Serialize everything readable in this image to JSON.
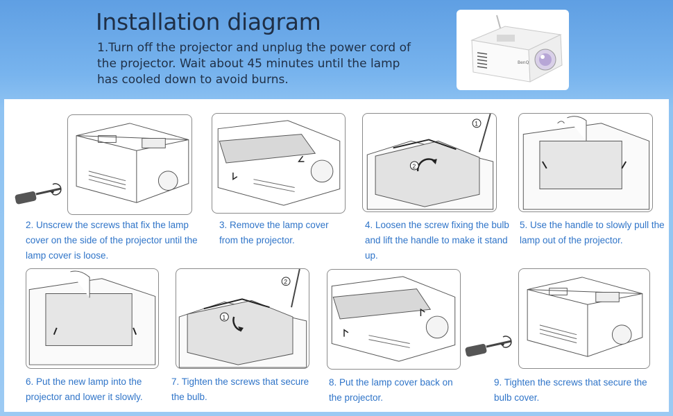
{
  "header": {
    "title": "Installation diagram",
    "intro": "1.Turn off the projector and unplug the power cord of the projector. Wait about 45 minutes until the lamp has cooled down to avoid burns."
  },
  "hero": {
    "brand": "BenQ"
  },
  "steps": [
    {
      "caption": "2. Unscrew the screws that fix the lamp cover on the side of the projector until the lamp cover is loose."
    },
    {
      "caption": "3. Remove the lamp cover from the projector."
    },
    {
      "caption": "4. Loosen the screw fixing the bulb and lift the handle to make it stand up.",
      "markers": [
        "1",
        "2"
      ]
    },
    {
      "caption": "5. Use the handle to slowly pull the lamp out of the projector."
    },
    {
      "caption": "6. Put the new lamp into the projector and lower it slowly."
    },
    {
      "caption": "7. Tighten the screws that secure the bulb.",
      "markers": [
        "1",
        "2"
      ]
    },
    {
      "caption": "8. Put the lamp cover back on the projector."
    },
    {
      "caption": "9. Tighten the screws that secure the bulb cover."
    }
  ],
  "colors": {
    "caption": "#2f74c8",
    "title": "#1f2f46",
    "background": "#8fc3f2"
  }
}
